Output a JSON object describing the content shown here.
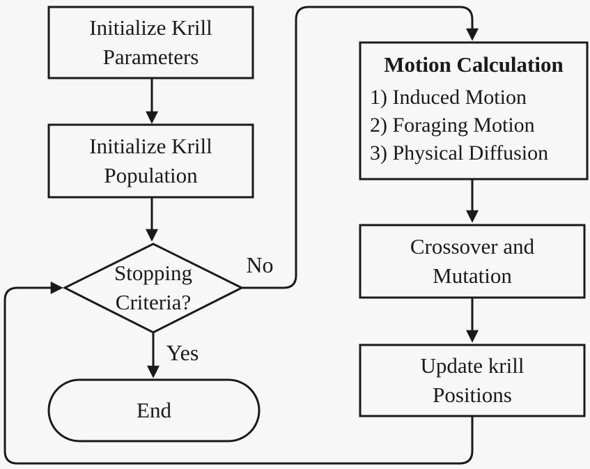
{
  "figure": {
    "description": "Krill Herd optimization algorithm flowchart",
    "background_color": "#f7f7f7",
    "stroke_color": "#1a1a1a",
    "text_color": "#1a1a1a"
  },
  "nodes": {
    "init_params": {
      "type": "process",
      "label": "Initialize Krill\nParameters"
    },
    "init_population": {
      "type": "process",
      "label": "Initialize Krill\nPopulation"
    },
    "stopping_criteria": {
      "type": "decision",
      "label": "Stopping\nCriteria?"
    },
    "end": {
      "type": "terminator",
      "label": "End"
    },
    "motion_calculation": {
      "type": "process",
      "title": "Motion Calculation",
      "items": [
        "1) Induced Motion",
        "2) Foraging Motion",
        "3) Physical Diffusion"
      ]
    },
    "crossover_mutation": {
      "type": "process",
      "label": "Crossover and\nMutation"
    },
    "update_positions": {
      "type": "process",
      "label": "Update krill\nPositions"
    }
  },
  "edges": {
    "no_label": "No",
    "yes_label": "Yes"
  }
}
